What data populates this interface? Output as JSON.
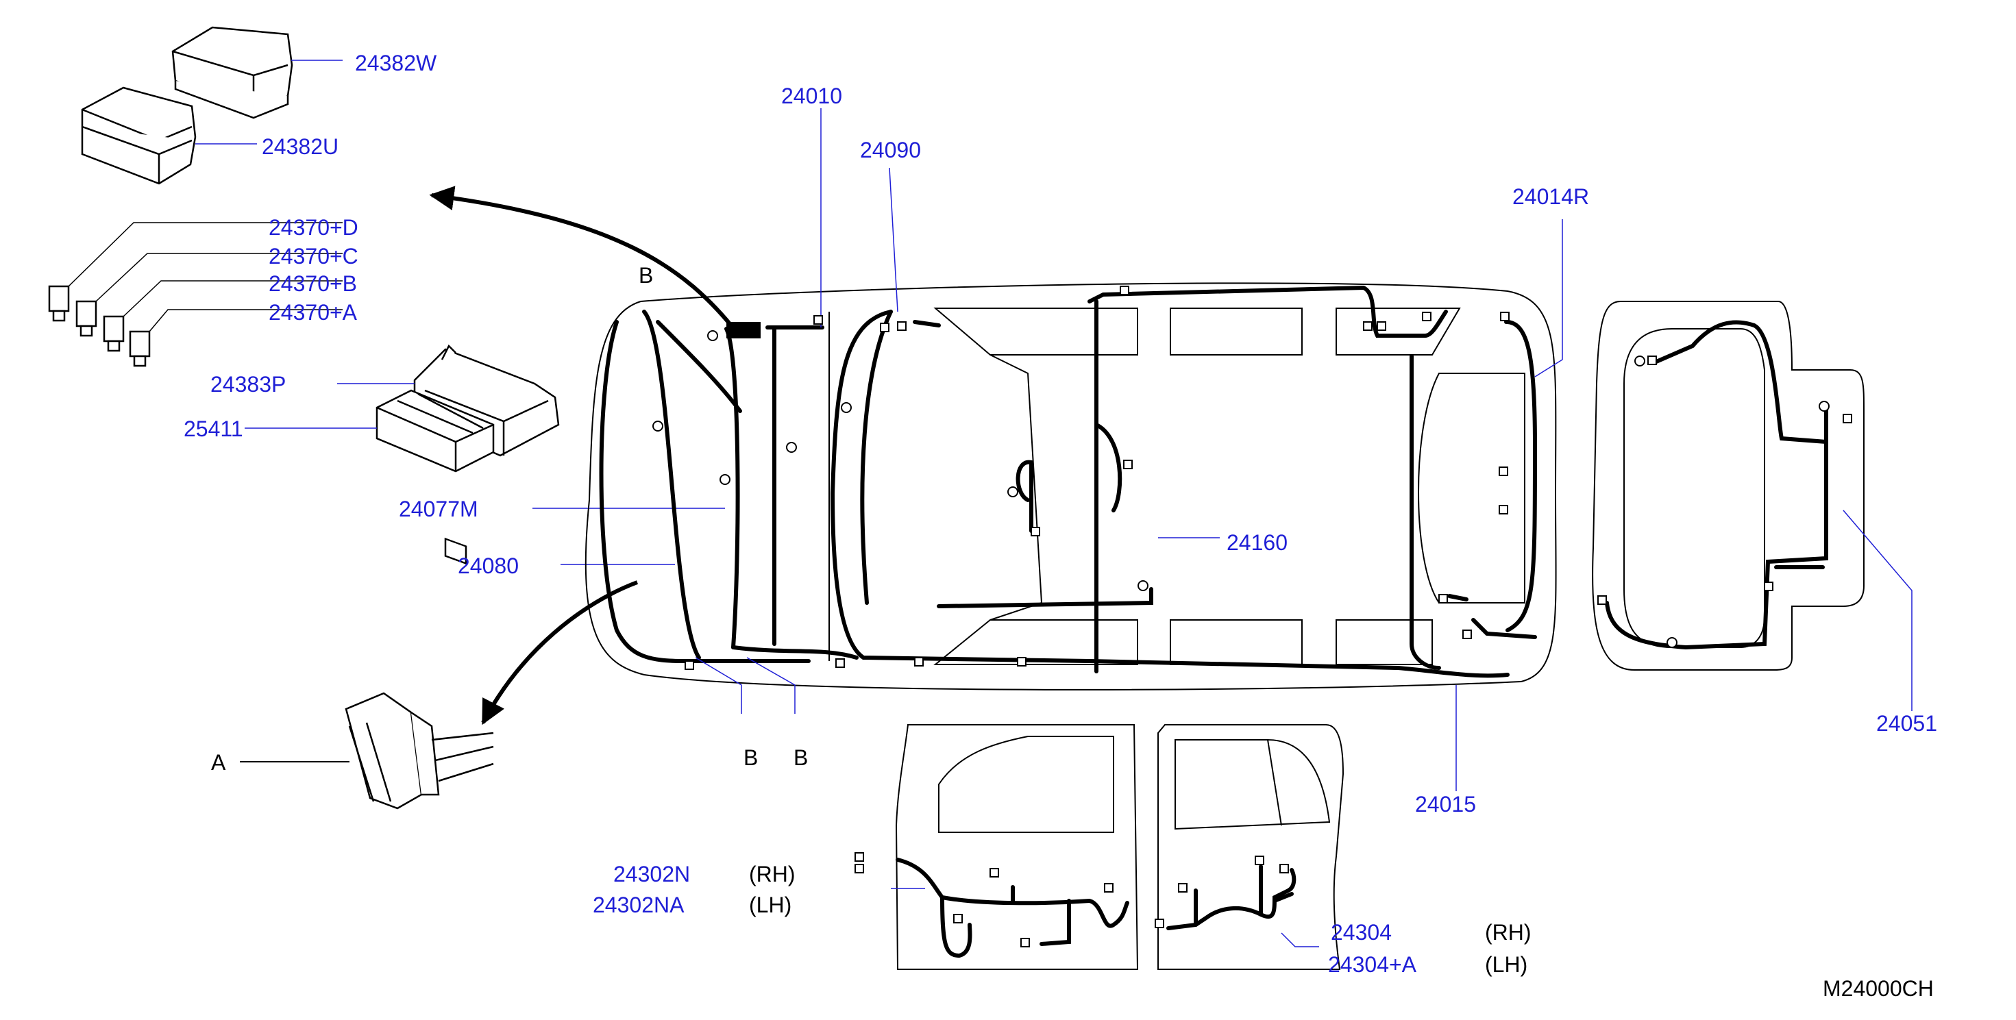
{
  "diagram": {
    "drawing_code": "M24000CH",
    "colors": {
      "part_number": "#1f1fd6",
      "line_art": "#000000",
      "callout": "#1f1fd6"
    },
    "parts": [
      {
        "id": "p24382W",
        "label": "24382W"
      },
      {
        "id": "p24382U",
        "label": "24382U"
      },
      {
        "id": "p24010",
        "label": "24010"
      },
      {
        "id": "p24090",
        "label": "24090"
      },
      {
        "id": "p24014R",
        "label": "24014R"
      },
      {
        "id": "p24370D",
        "label": "24370+D"
      },
      {
        "id": "p24370C",
        "label": "24370+C"
      },
      {
        "id": "p24370B",
        "label": "24370+B"
      },
      {
        "id": "p24370A",
        "label": "24370+A"
      },
      {
        "id": "p24383P",
        "label": "24383P"
      },
      {
        "id": "p25411",
        "label": "25411"
      },
      {
        "id": "p24077M",
        "label": "24077M"
      },
      {
        "id": "p24080",
        "label": "24080"
      },
      {
        "id": "p24160",
        "label": "24160"
      },
      {
        "id": "p24051",
        "label": "24051"
      },
      {
        "id": "p24015",
        "label": "24015"
      },
      {
        "id": "p24302N",
        "label": "24302N"
      },
      {
        "id": "p24302NA",
        "label": "24302NA"
      },
      {
        "id": "p24304",
        "label": "24304"
      },
      {
        "id": "p24304A",
        "label": "24304+A"
      }
    ],
    "qualifiers": {
      "rh": "(RH)",
      "lh": "(LH)"
    },
    "refs": {
      "a": "A",
      "b": "B"
    }
  }
}
